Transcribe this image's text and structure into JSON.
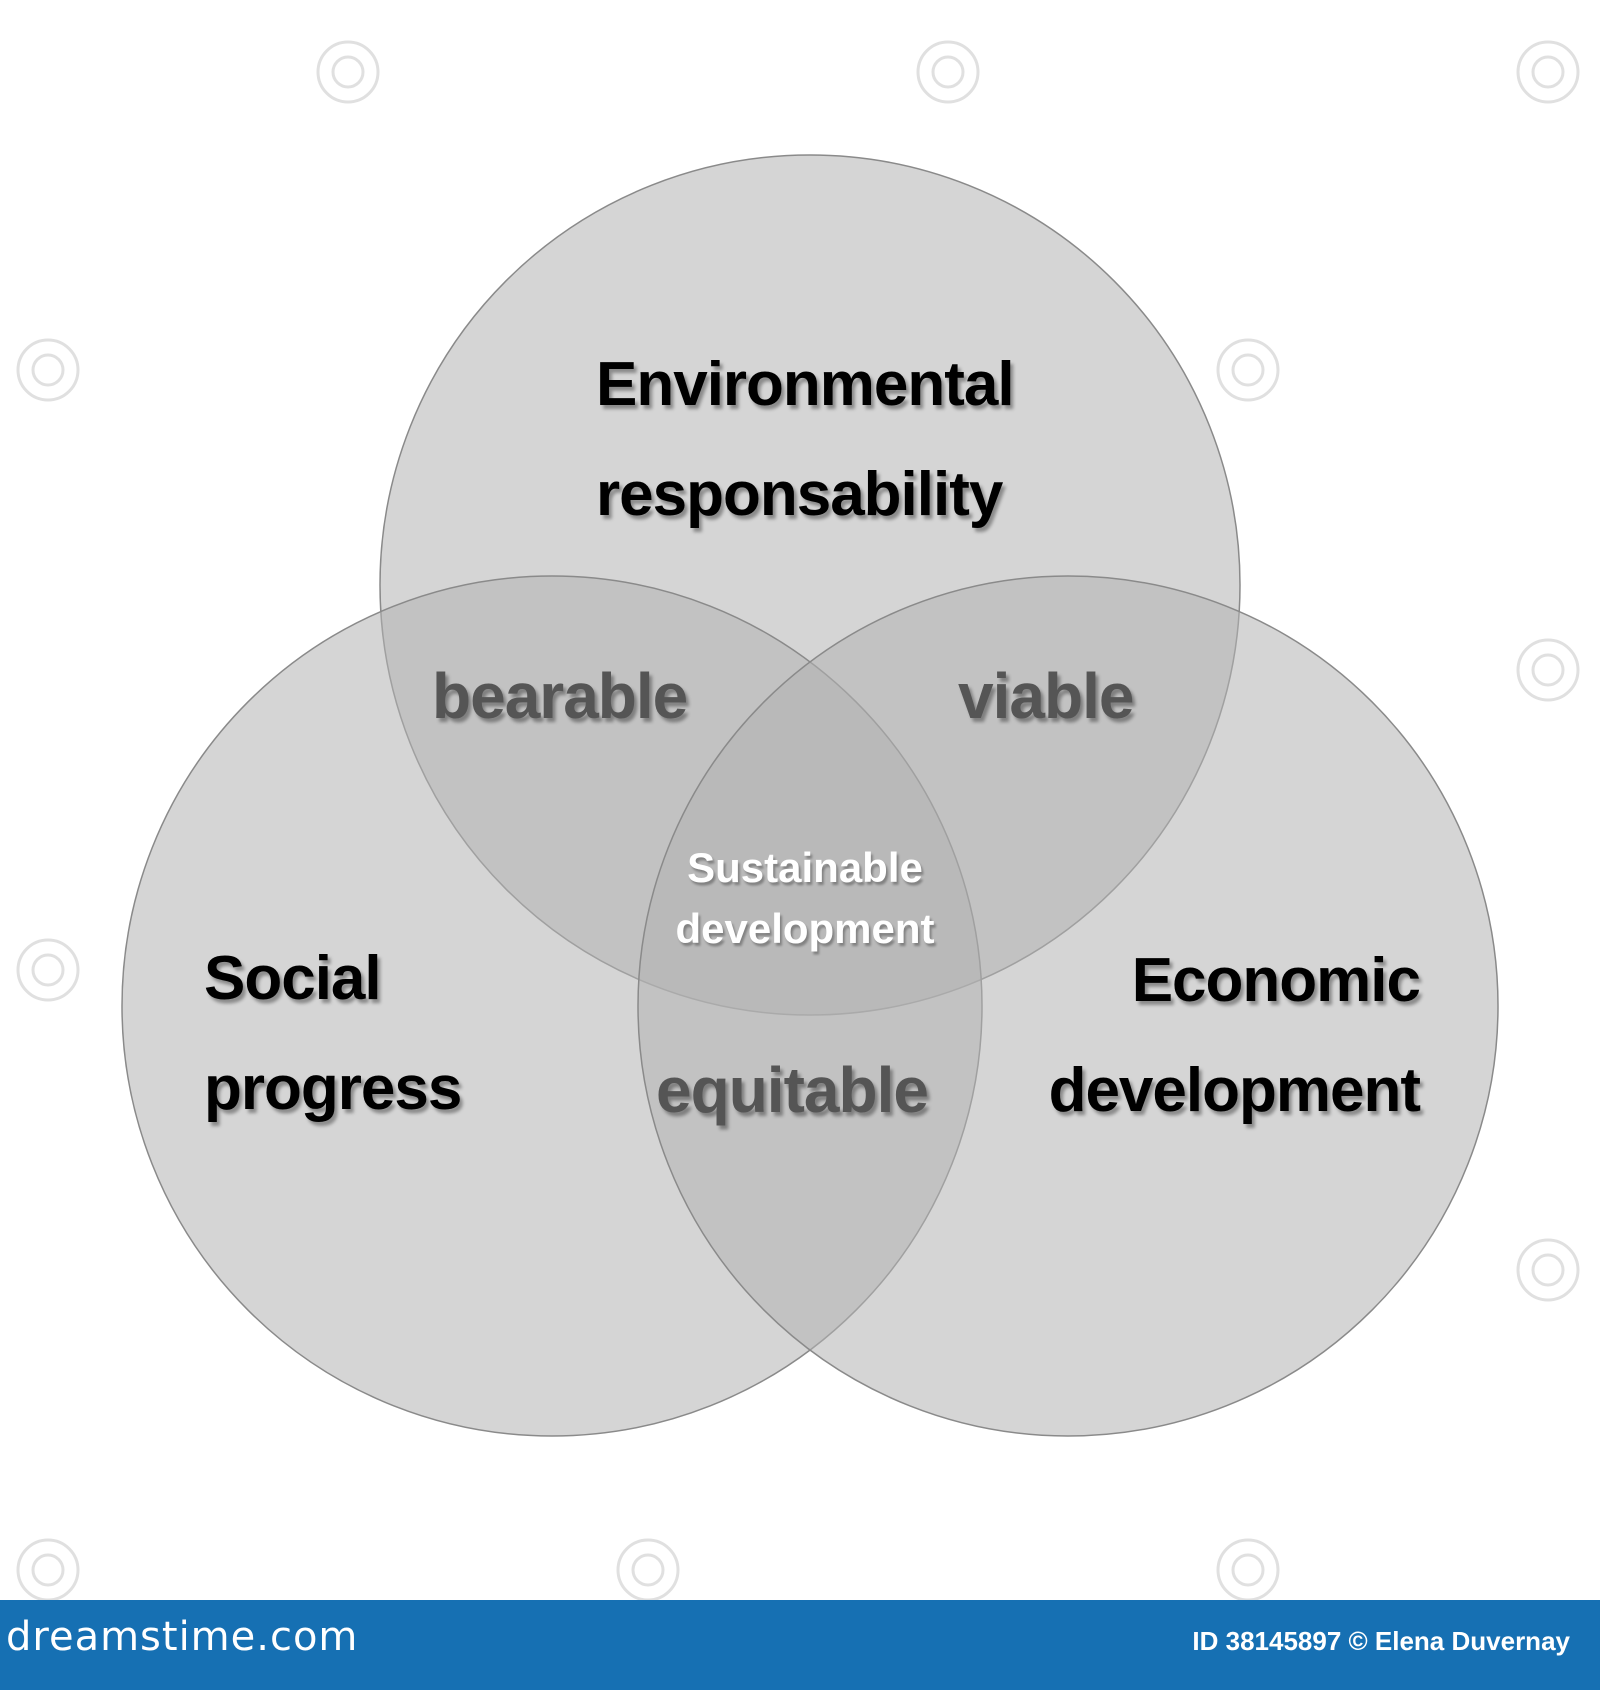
{
  "diagram": {
    "sets": {
      "environmental": "Environmental responsability",
      "social": "Social progress",
      "economic": "Economic development"
    },
    "intersections": {
      "social_environmental": "bearable",
      "environmental_economic": "viable",
      "social_economic": "equitable",
      "all": "Sustainable development"
    }
  },
  "labels": {
    "environmental_line1": "Environmental",
    "environmental_line2": "responsability",
    "social_line1": "Social",
    "social_line2": "progress",
    "economic_line1": "Economic",
    "economic_line2": "development",
    "bearable": "bearable",
    "viable": "viable",
    "equitable": "equitable",
    "center_line1": "Sustainable",
    "center_line2": "development"
  },
  "footer": {
    "site": "dreamstime.com",
    "credit": "ID 38145897 © Elena Duvernay",
    "bar_color": "#1670b3"
  }
}
